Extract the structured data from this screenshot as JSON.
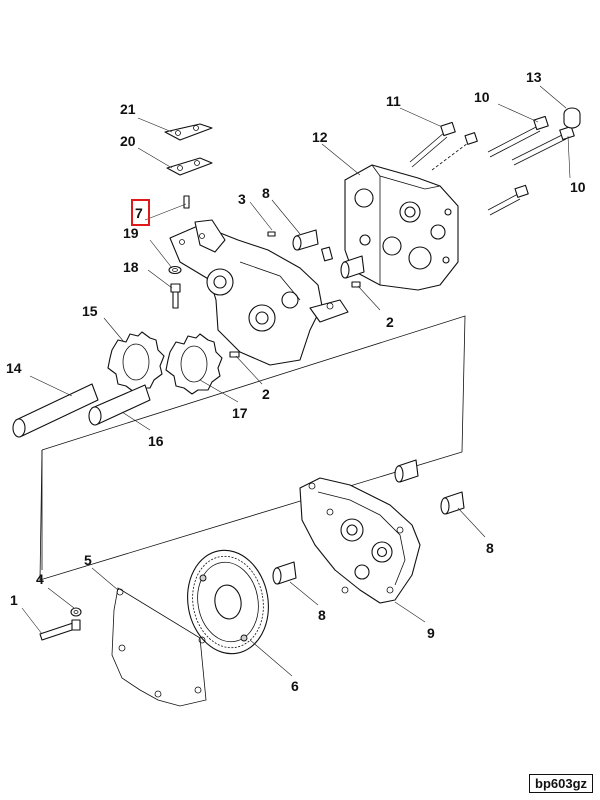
{
  "callouts": {
    "c1": "1",
    "c2a": "2",
    "c2b": "2",
    "c3": "3",
    "c4": "4",
    "c5": "5",
    "c6": "6",
    "c7": "7",
    "c8a": "8",
    "c8b": "8",
    "c8c": "8",
    "c9": "9",
    "c10a": "10",
    "c10b": "10",
    "c11": "11",
    "c12": "12",
    "c13": "13",
    "c14": "14",
    "c15": "15",
    "c16": "16",
    "c17": "17",
    "c18": "18",
    "c19": "19",
    "c20": "20",
    "c21": "21"
  },
  "highlighted_callout": "7",
  "highlight_color": "#e0191b",
  "reference_code": "bp603gz"
}
